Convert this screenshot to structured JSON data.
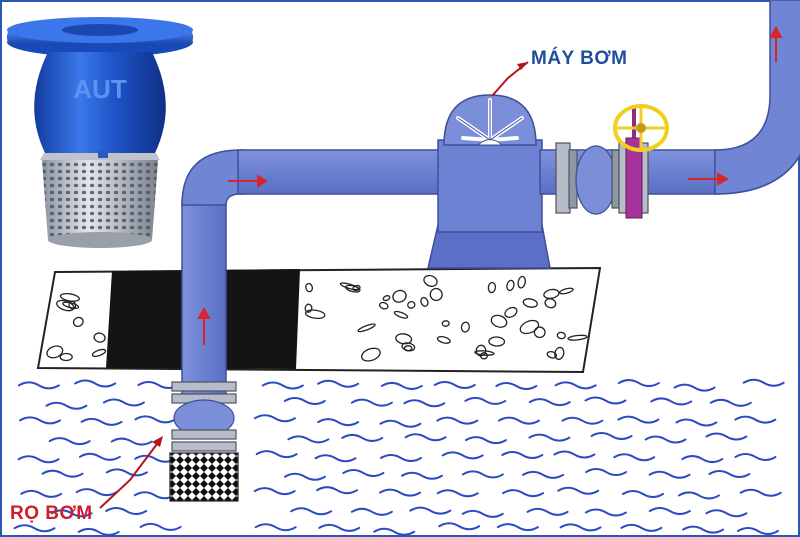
{
  "labels": {
    "pump": "MÁY BƠM",
    "strainer": "RỌ BƠM"
  },
  "product_photo": {
    "embossed_text": "AUT"
  },
  "colors": {
    "label_text": "#1f4e9c",
    "label_strainer": "#cc1f2d",
    "leader_line": "#b3141f",
    "pipe": "#6a7fd0",
    "pipe_edge": "#3f4f9a",
    "flow_arrow": "#d7262b",
    "water": "#2b4bc4",
    "ground": "#ffffff",
    "ground_dark": "#141414",
    "valve_wheel": "#f2cf1d",
    "valve_body": "#a6339b",
    "flange": "#b7bcc9",
    "product_blue": "#1f55c8",
    "frame": "#2c56b6"
  },
  "icons": [
    "flow-arrow-icon",
    "gate-valve-icon",
    "foot-valve-photo"
  ]
}
